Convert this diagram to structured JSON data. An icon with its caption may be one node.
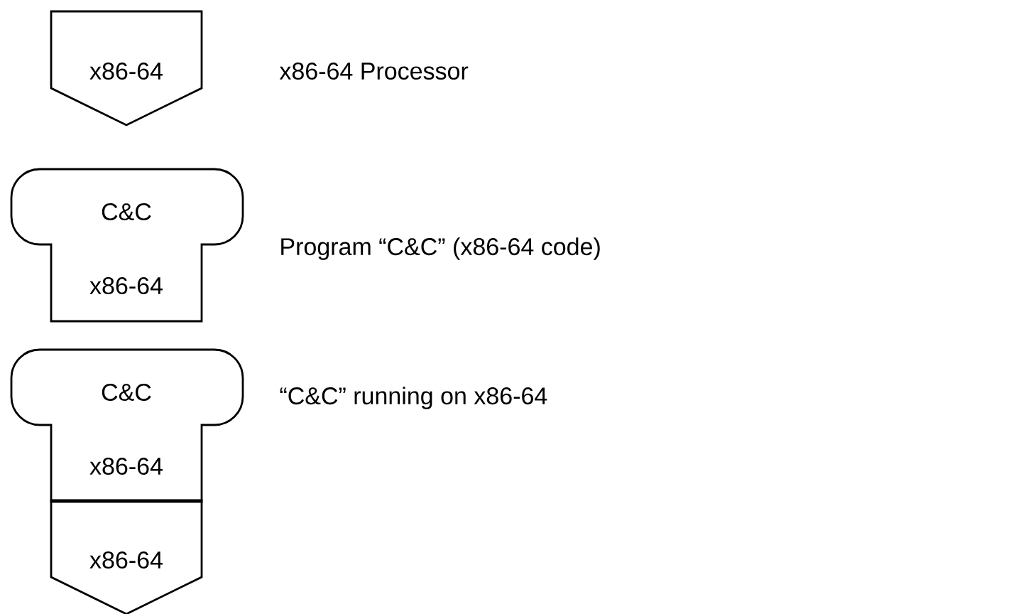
{
  "diagram": {
    "nodes": [
      {
        "text": [
          "x86-64"
        ],
        "beside": [
          "x86-64 Processor"
        ]
      },
      {
        "text": [
          "C&C",
          "x86-64"
        ],
        "beside": [
          "Program “C&C” (x86-64 code)"
        ]
      },
      {
        "text": [
          "C&C",
          "x86-64"
        ],
        "beside": [
          "“C&C” running on x86-64"
        ]
      },
      {
        "text": [
          "x86-64"
        ]
      }
    ]
  }
}
